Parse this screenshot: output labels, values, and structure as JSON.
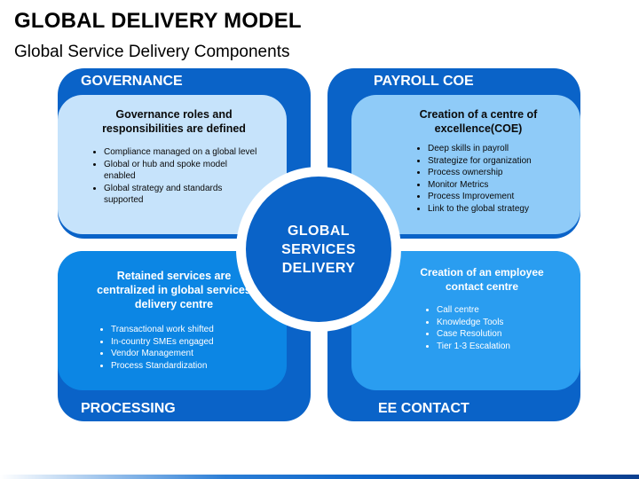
{
  "header": {
    "title": "GLOBAL DELIVERY MODEL",
    "subtitle": "Global Service Delivery Components"
  },
  "center": {
    "lines": [
      "GLOBAL",
      "SERVICES",
      "DELIVERY"
    ]
  },
  "quadrants": {
    "governance": {
      "label": "GOVERNANCE",
      "heading": "Governance roles and responsibilities are defined",
      "items": [
        "Compliance managed on a global level",
        "Global or hub and spoke model enabled",
        "Global strategy and standards supported"
      ]
    },
    "payroll": {
      "label": "PAYROLL COE",
      "heading": "Creation of a centre of excellence(COE)",
      "items": [
        "Deep skills in payroll",
        "Strategize for organization",
        "Process ownership",
        "Monitor Metrics",
        "Process Improvement",
        "Link  to the global strategy"
      ]
    },
    "processing": {
      "label": "PROCESSING",
      "heading": "Retained services are centralized in global services delivery centre",
      "items": [
        "Transactional work shifted",
        "In-country SMEs engaged",
        "Vendor Management",
        "Process Standardization"
      ]
    },
    "ee_contact": {
      "label": "EE CONTACT",
      "heading": "Creation of an employee contact centre",
      "items": [
        "Call centre",
        "Knowledge Tools",
        "Case Resolution",
        "Tier 1-3 Escalation"
      ]
    }
  },
  "colors": {
    "outer_blue": "#0a63c8",
    "governance_fill": "#c6e3fb",
    "payroll_fill": "#8fcbf8",
    "processing_fill": "#0c86e4",
    "ee_contact_fill": "#2a9df0"
  }
}
